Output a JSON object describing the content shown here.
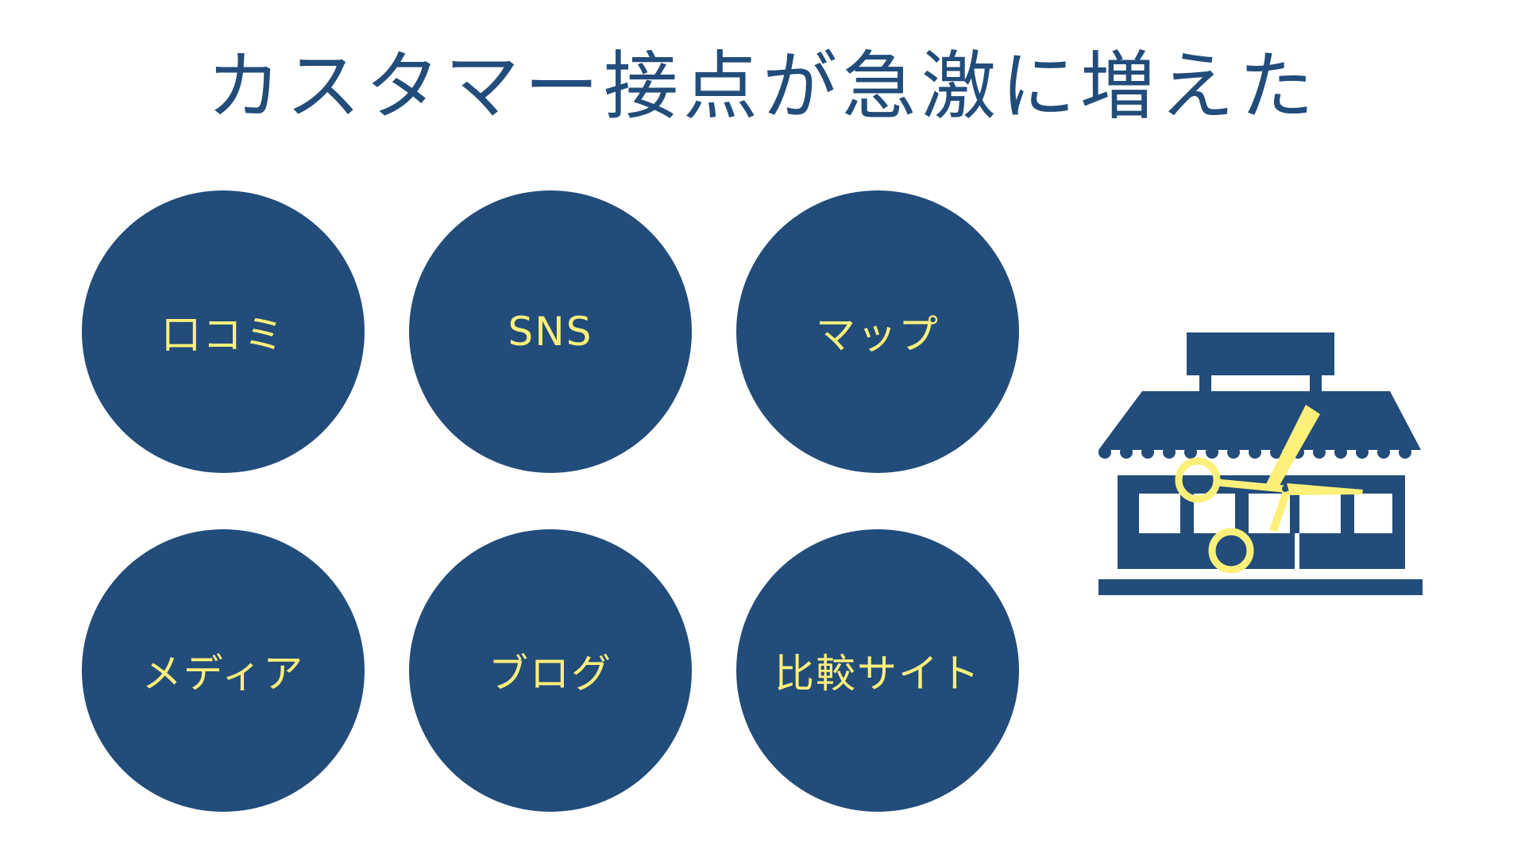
{
  "slide": {
    "title": "カスタマー接点が急激に増えた",
    "channels": [
      {
        "label": "口コミ"
      },
      {
        "label": "SNS"
      },
      {
        "label": "マップ"
      },
      {
        "label": "メディア"
      },
      {
        "label": "ブログ"
      },
      {
        "label": "比較サイト"
      }
    ],
    "illustration": {
      "icon": "storefront-icon",
      "overlay_icon": "scissors-icon"
    }
  },
  "colors": {
    "primary": "#224c7a",
    "accent": "#fdf07a",
    "background": "#ffffff"
  }
}
